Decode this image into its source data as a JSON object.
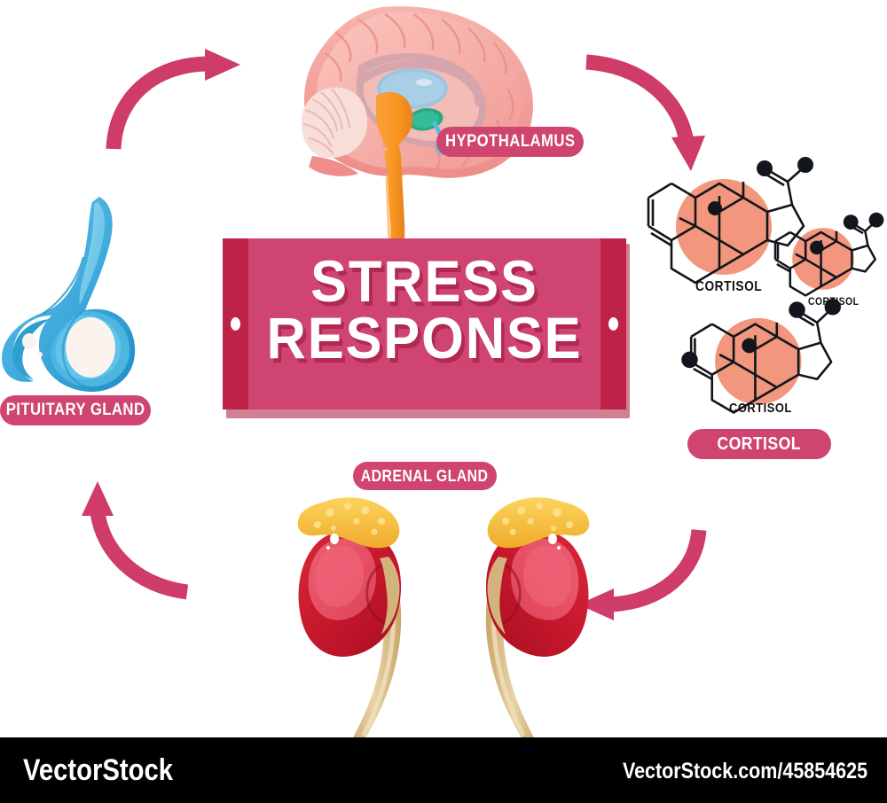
{
  "diagram": {
    "title_line1": "STRESS",
    "title_line2": "RESPONSE",
    "accent_pink": "#cf4470",
    "accent_dark_pink": "#be2249",
    "arrow_pink": "#cf3c67",
    "cortisol_salmon": "#f2967d",
    "background": "#ffffff"
  },
  "labels": {
    "hypothalamus": "HYPOTHALAMUS",
    "pituitary_gland": "PITUITARY GLAND",
    "adrenal_gland": "ADRENAL GLAND",
    "cortisol": "CORTISOL"
  },
  "molecules": [
    {
      "name": "CORTISOL",
      "size": "large"
    },
    {
      "name": "CORTISOL",
      "size": "small"
    },
    {
      "name": "CORTISOL",
      "size": "medium"
    }
  ],
  "illustrations": {
    "brain": "brain-sagittal-section-illustration",
    "pituitary": "pituitary-gland-illustration",
    "kidneys": "kidneys-with-adrenal-glands-illustration"
  },
  "arrows": [
    {
      "name": "arrow-pituitary-to-hypothalamus",
      "direction": "clockwise-up-right"
    },
    {
      "name": "arrow-hypothalamus-to-cortisol",
      "direction": "clockwise-down-right"
    },
    {
      "name": "arrow-cortisol-to-adrenal",
      "direction": "clockwise-left"
    },
    {
      "name": "arrow-adrenal-to-pituitary",
      "direction": "clockwise-up"
    }
  ],
  "footer": {
    "brand": "VectorStock",
    "url": "VectorStock.com/45854625"
  }
}
